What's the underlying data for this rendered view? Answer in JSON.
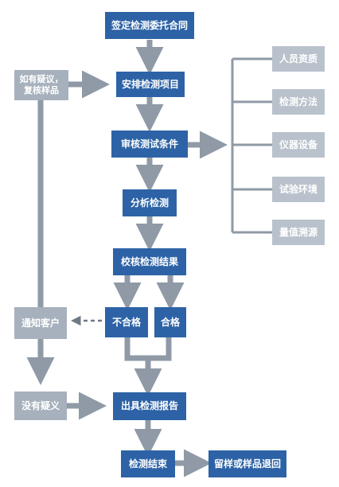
{
  "flow": {
    "sign_contract": "签定检测委托合同",
    "arrange_items": "安排检测项目",
    "review_conditions": "审核测试条件",
    "analysis": "分析检测",
    "verify_results": "校核检测结果",
    "unqualified": "不合格",
    "qualified": "合格",
    "issue_report": "出具检测报告",
    "test_end": "检测结束",
    "return_sample": "留样或样品退回"
  },
  "side": {
    "doubt_recheck": "如有疑议，复核样品",
    "notify_client": "通知客户",
    "no_doubt": "没有疑义"
  },
  "conditions": [
    "人员资质",
    "检测方法",
    "仪器设备",
    "试验环境",
    "量值溯源"
  ],
  "colors": {
    "primary": "#2d63a6",
    "secondary": "#a7b1bd",
    "condition": "#b9c2cc",
    "connector": "#8f9aa6"
  }
}
